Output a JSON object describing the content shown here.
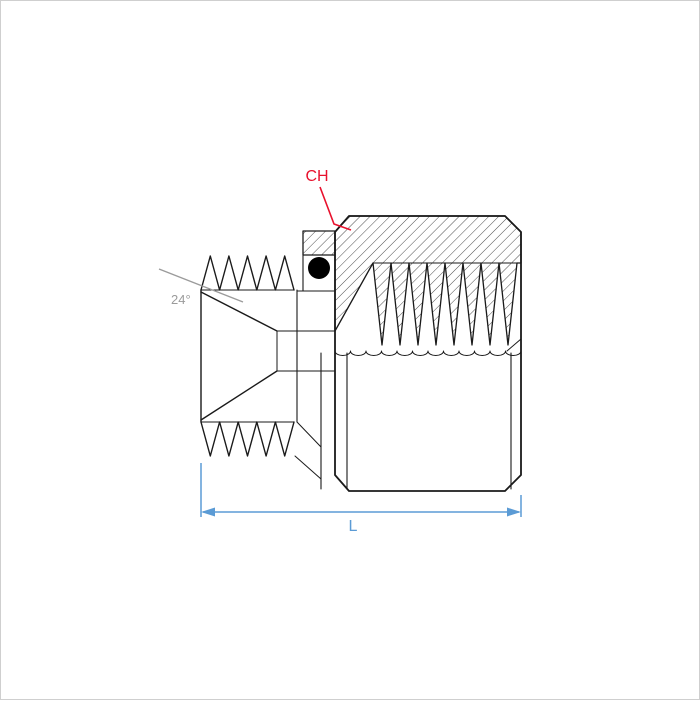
{
  "figure": {
    "labels": {
      "chamfer": "CH",
      "cone_angle": "24°",
      "length": "L"
    },
    "colors": {
      "line": "#1a1a1a",
      "chamfer_label": "#e8112d",
      "angle_label": "#9b9b9b",
      "dimension": "#5b9bd5",
      "oring": "#000000",
      "background": "#ffffff"
    }
  }
}
